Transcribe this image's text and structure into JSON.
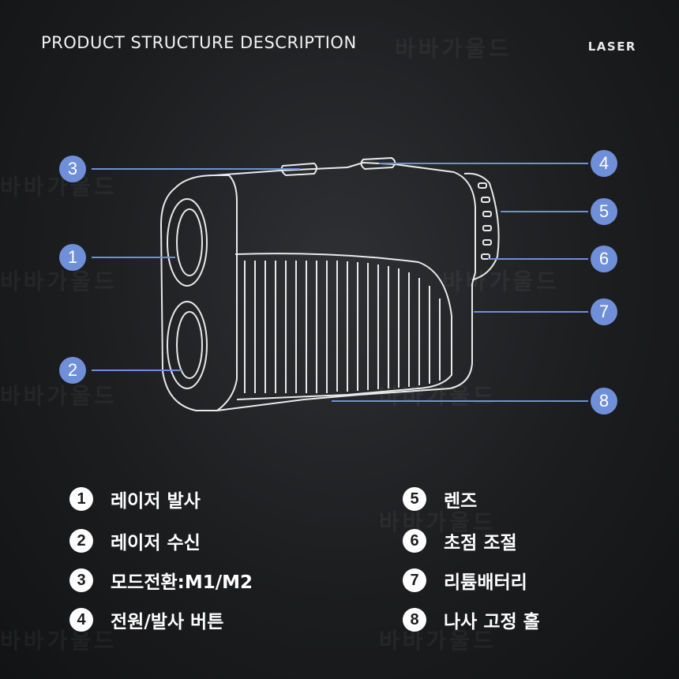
{
  "header": {
    "title": "PRODUCT STRUCTURE DESCRIPTION",
    "brand": "LASER"
  },
  "watermark_text": "바바가울드",
  "colors": {
    "accent": "#6f8fd8",
    "background": "#1c1d1f"
  },
  "callouts": [
    "1",
    "2",
    "3",
    "4",
    "5",
    "6",
    "7",
    "8"
  ],
  "legend": [
    {
      "num": "1",
      "label": "레이저 발사"
    },
    {
      "num": "2",
      "label": "레이저 수신"
    },
    {
      "num": "3",
      "label": "모드전환:M1/M2"
    },
    {
      "num": "4",
      "label": "전원/발사 버튼"
    },
    {
      "num": "5",
      "label": "렌즈"
    },
    {
      "num": "6",
      "label": "초점 조절"
    },
    {
      "num": "7",
      "label": "리튬배터리"
    },
    {
      "num": "8",
      "label": "나사 고정 홀"
    }
  ]
}
